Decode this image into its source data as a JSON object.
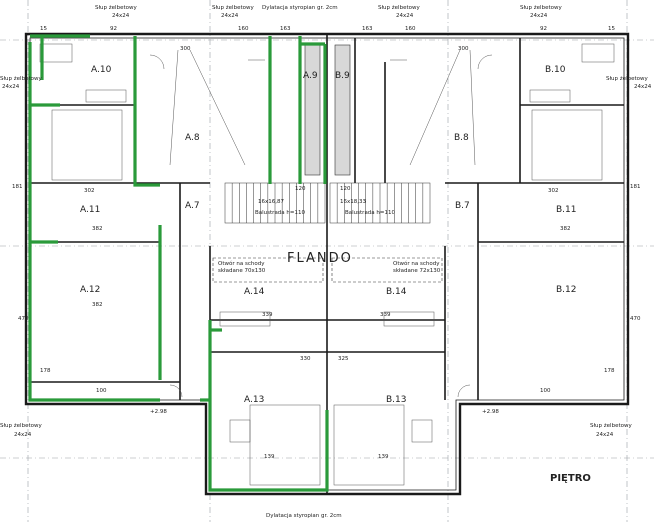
{
  "plan": {
    "floor_label": "PIĘTRO",
    "watermark": "FLANDO",
    "accent_color": "#2a9a3a",
    "wall_color": "#1a1a1a",
    "rooms": [
      {
        "id": "a10",
        "label": "A.10"
      },
      {
        "id": "a8",
        "label": "A.8"
      },
      {
        "id": "a9",
        "label": "A.9"
      },
      {
        "id": "a7",
        "label": "A.7"
      },
      {
        "id": "a11",
        "label": "A.11"
      },
      {
        "id": "a12",
        "label": "A.12"
      },
      {
        "id": "a14",
        "label": "A.14"
      },
      {
        "id": "a13",
        "label": "A.13"
      },
      {
        "id": "b10",
        "label": "B.10"
      },
      {
        "id": "b8",
        "label": "B.8"
      },
      {
        "id": "b9",
        "label": "B.9"
      },
      {
        "id": "b7",
        "label": "B.7"
      },
      {
        "id": "b11",
        "label": "B.11"
      },
      {
        "id": "b12",
        "label": "B.12"
      },
      {
        "id": "b14",
        "label": "B.14"
      },
      {
        "id": "b13",
        "label": "B.13"
      }
    ],
    "notes": {
      "slup_top_left": "Słup żelbetowy",
      "slup_top_left_size": "24x24",
      "slup_top_mid": "Słup żelbetowy",
      "slup_top_mid_size": "24x24",
      "dylatacja_top": "Dylatacja styropian gr. 2cm",
      "slup_top_right_mid": "Słup żelbetowy",
      "slup_top_right_mid_size": "24x24",
      "slup_top_right": "Słup żelbetowy",
      "slup_top_right_size": "24x24",
      "slup_left_side": "Słup żelbetowy",
      "slup_left_side_size": "24x24",
      "slup_right_side": "Słup żelbetowy",
      "slup_right_side_size": "24x24",
      "slup_bottom_left": "Słup żelbetowy",
      "slup_bottom_left_size": "24x24",
      "slup_bottom_right": "Słup żelbetowy",
      "slup_bottom_right_size": "24x24",
      "dylatacja_bottom": "Dylatacja styropian gr. 2cm",
      "stair_opening_a_1": "Otwór na schody",
      "stair_opening_a_2": "składane 70x130",
      "stair_opening_b_1": "Otwór na schody",
      "stair_opening_b_2": "składane 72x130",
      "balustrada_a": "Balustrada h=110",
      "balustrada_b": "Balustrada h=110",
      "level_a": "+2.98",
      "level_b": "+2.98"
    },
    "dims": {
      "top_1": "15",
      "top_2": "300",
      "top_3": "163",
      "top_4": "163",
      "top_5": "300",
      "top_6": "15",
      "top_b1": "92",
      "top_b2": "160",
      "top_b3": "160",
      "top_b4": "92",
      "left_1": "181",
      "left_2": "302",
      "left_3": "382",
      "left_4": "470",
      "left_5": "178",
      "left_6": "382",
      "right_1": "181",
      "right_2": "302",
      "right_3": "382",
      "right_4": "470",
      "right_5": "178",
      "mid_1": "120",
      "mid_2": "120",
      "mid_3": "339",
      "mid_4": "339",
      "mid_5": "330",
      "mid_6": "325",
      "stair_1": "16x16,87",
      "stair_2": "16x18,33",
      "bottom_1": "139",
      "bottom_2": "139",
      "bottom_3": "100",
      "bottom_4": "100"
    }
  }
}
